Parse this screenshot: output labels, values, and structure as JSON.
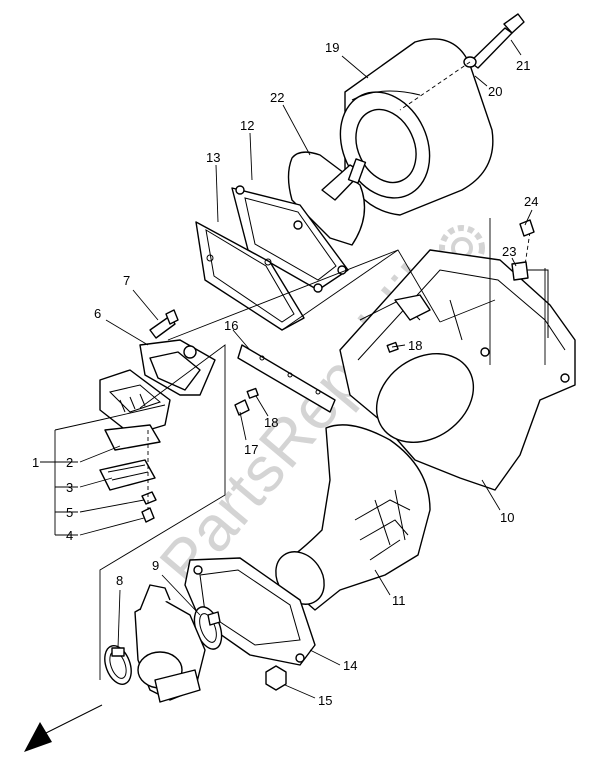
{
  "watermark": {
    "text": "PartsRepublik",
    "icon": "gear-icon"
  },
  "callouts": [
    "1",
    "2",
    "3",
    "4",
    "5",
    "6",
    "7",
    "8",
    "9",
    "10",
    "11",
    "12",
    "13",
    "14",
    "15",
    "16",
    "17",
    "18",
    "18",
    "19",
    "20",
    "21",
    "22",
    "23",
    "24"
  ],
  "direction_icon": "front-arrow-icon"
}
